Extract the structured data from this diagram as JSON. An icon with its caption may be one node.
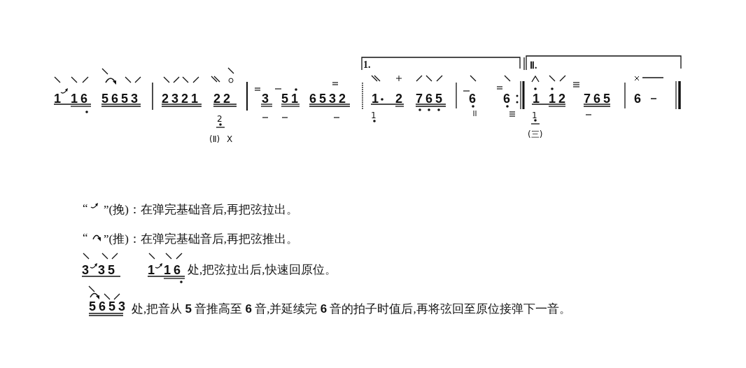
{
  "diagram": {
    "labels": [
      "1",
      "16",
      "5653",
      "2321",
      "22",
      "3",
      "51",
      "6532",
      "1.",
      "1",
      "2",
      "765",
      "6",
      "6",
      "Ⅱ.",
      "1",
      "12",
      "765",
      "6",
      "2",
      "(Ⅱ)",
      "X",
      "1",
      "1",
      "(三)",
      "“",
      "”(挽)：在弹完基础音后,再把弦拉出。",
      "“",
      "”(推)：在弹完基础音后,再把弦推出。",
      "3",
      "35",
      "1",
      "16",
      "处,把弦拉出后,快速回原位。",
      "5653",
      "处,把音从 **5** 音推高至 **6** 音,并延续完 **6** 音的拍子时值后,再将弦回至原位接弹下一音。"
    ]
  }
}
